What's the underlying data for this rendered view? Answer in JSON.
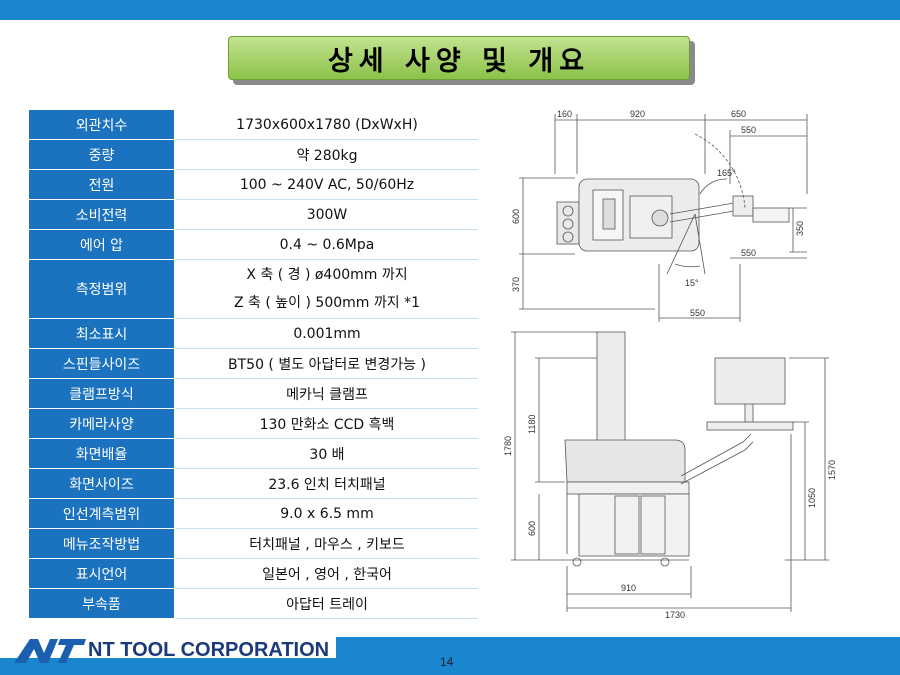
{
  "title": "상세 사양 및 개요",
  "specs": [
    {
      "label": "외관치수",
      "value": "1730x600x1780 (DxWxH)"
    },
    {
      "label": "중량",
      "value": "약 280kg"
    },
    {
      "label": "전원",
      "value": "100 ~ 240V AC, 50/60Hz"
    },
    {
      "label": "소비전력",
      "value": "300W"
    },
    {
      "label": "에어 압",
      "value": "0.4 ~ 0.6Mpa"
    },
    {
      "label": "측정범위",
      "value_line1": "X 축 ( 경 )       ø400mm 까지",
      "value_line2": "Z 축 ( 높이 )   500mm 까지 *1"
    },
    {
      "label": "최소표시",
      "value": "0.001mm"
    },
    {
      "label": "스핀들사이즈",
      "value": "BT50 ( 별도 아답터로 변경가능 )"
    },
    {
      "label": "클램프방식",
      "value": "메카닉 클램프"
    },
    {
      "label": "카메라사양",
      "value": "130 만화소 CCD   흑백"
    },
    {
      "label": "화면배율",
      "value": "30 배"
    },
    {
      "label": "화면사이즈",
      "value": "23.6 인치 터치패널"
    },
    {
      "label": "인선계측범위",
      "value": "9.0 x 6.5 mm"
    },
    {
      "label": "메뉴조작방법",
      "value": "터치패널 , 마우스 , 키보드"
    },
    {
      "label": "표시언어",
      "value": "일본어 , 영어 , 한국어"
    },
    {
      "label": "부속품",
      "value": "아답터 트레이"
    }
  ],
  "top_view": {
    "dims": [
      "160",
      "920",
      "650",
      "550",
      "600",
      "350",
      "550",
      "370",
      "550"
    ],
    "angles": [
      "165°",
      "15°"
    ]
  },
  "front_view": {
    "dims": [
      "1780",
      "1180",
      "1570",
      "1050",
      "600",
      "910",
      "1730"
    ]
  },
  "footer": {
    "company": "NT TOOL CORPORATION",
    "page_number": "14"
  },
  "colors": {
    "header_blue": "#1b73bf",
    "title_green": "#8cc24a",
    "brand_blue": "#1a86cf"
  }
}
